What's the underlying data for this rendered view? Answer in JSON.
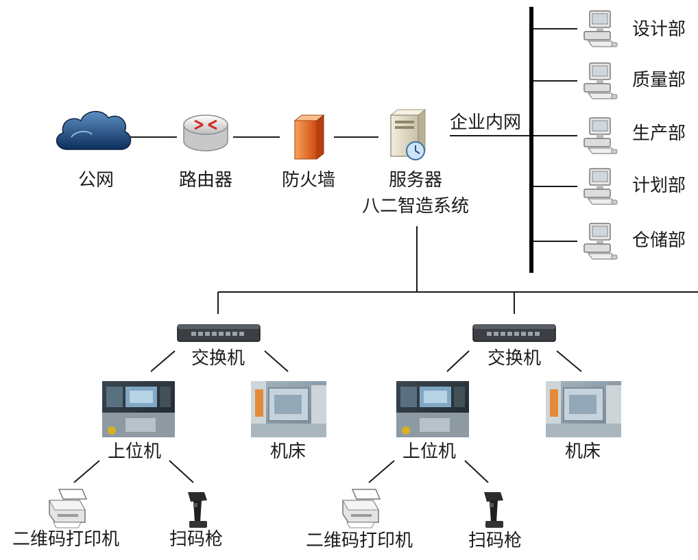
{
  "nodes": {
    "public_net": "公网",
    "router": "路由器",
    "firewall": "防火墙",
    "server": "服务器",
    "system": "八二智造系统",
    "intranet": "企业内网",
    "departments": [
      "设计部",
      "质量部",
      "生产部",
      "计划部",
      "仓储部"
    ],
    "branches": [
      {
        "switch": "交换机",
        "host": "上位机",
        "machine": "机床",
        "printer": "二维码打印机",
        "scanner": "扫码枪"
      },
      {
        "switch": "交换机",
        "host": "上位机",
        "machine": "机床",
        "printer": "二维码打印机",
        "scanner": "扫码枪"
      }
    ]
  },
  "icons": {
    "public_net": "cloud-icon",
    "router": "router-icon",
    "firewall": "firewall-icon",
    "server": "server-icon",
    "department": "computer-icon",
    "switch": "switch-icon",
    "host": "control-panel-photo",
    "machine": "machine-tool-photo",
    "printer": "printer-icon",
    "scanner": "barcode-scanner-icon"
  }
}
